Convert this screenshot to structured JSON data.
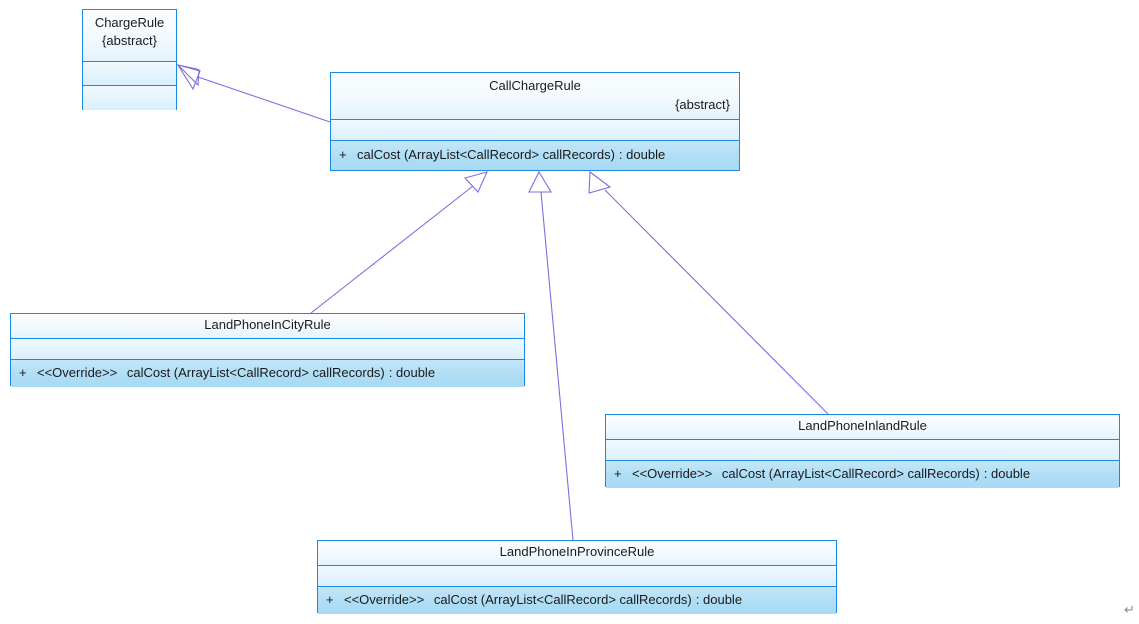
{
  "diagram": {
    "type": "uml-class-diagram",
    "background": "#ffffff",
    "border_color": "#1e88e5",
    "connector_color": "#7b6fe0",
    "fill_top": "#fbfdff",
    "fill_bottom": "#aeddf5",
    "eol_symbol": "↵"
  },
  "classes": [
    {
      "id": "ChargeRule",
      "name": "ChargeRule",
      "abstract_label": "{abstract}",
      "abstract_align": "center",
      "operations": [],
      "empty_compartments": 2
    },
    {
      "id": "CallChargeRule",
      "name": "CallChargeRule",
      "abstract_label": "{abstract}",
      "abstract_align": "right",
      "operations": [
        {
          "visibility": "+",
          "stereotype": "",
          "signature": "calCost (ArrayList<CallRecord> callRecords)",
          "return_sep": ":",
          "return_type": "double"
        }
      ],
      "empty_compartments": 1
    },
    {
      "id": "LandPhoneInCityRule",
      "name": "LandPhoneInCityRule",
      "abstract_label": "",
      "abstract_align": "center",
      "operations": [
        {
          "visibility": "+",
          "stereotype": "<<Override>>",
          "signature": "calCost (ArrayList<CallRecord> callRecords)",
          "return_sep": ":",
          "return_type": "double"
        }
      ],
      "empty_compartments": 1
    },
    {
      "id": "LandPhoneInlandRule",
      "name": "LandPhoneInlandRule",
      "abstract_label": "",
      "abstract_align": "center",
      "operations": [
        {
          "visibility": "+",
          "stereotype": "<<Override>>",
          "signature": "calCost (ArrayList<CallRecord> callRecords)",
          "return_sep": ":",
          "return_type": "double"
        }
      ],
      "empty_compartments": 1
    },
    {
      "id": "LandPhoneInProvinceRule",
      "name": "LandPhoneInProvinceRule",
      "abstract_label": "",
      "abstract_align": "center",
      "operations": [
        {
          "visibility": "+",
          "stereotype": "<<Override>>",
          "signature": "calCost (ArrayList<CallRecord> callRecords)",
          "return_sep": ":",
          "return_type": "double"
        }
      ],
      "empty_compartments": 1
    }
  ],
  "relationships": [
    {
      "kind": "generalization",
      "from": "CallChargeRule",
      "to": "ChargeRule"
    },
    {
      "kind": "generalization",
      "from": "LandPhoneInCityRule",
      "to": "CallChargeRule"
    },
    {
      "kind": "generalization",
      "from": "LandPhoneInProvinceRule",
      "to": "CallChargeRule"
    },
    {
      "kind": "generalization",
      "from": "LandPhoneInlandRule",
      "to": "CallChargeRule"
    }
  ]
}
